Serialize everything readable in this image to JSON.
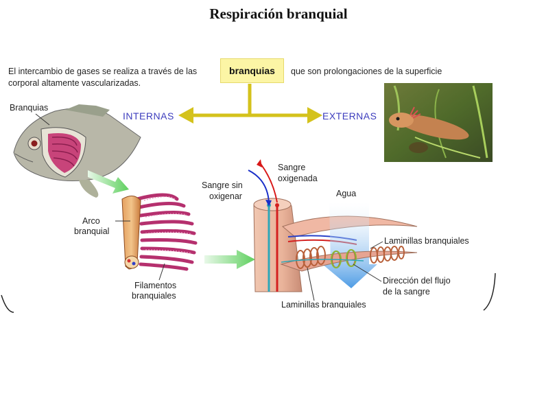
{
  "title": "Respiración branquial",
  "intro": {
    "before": "El intercambio de gases se realiza a través de las",
    "keyword": "branquias",
    "after_line1": "que son prolongaciones de la superficie",
    "line2": "corporal altamente vascularizadas."
  },
  "types": {
    "left": "INTERNAS",
    "right": "EXTERNAS"
  },
  "labels": {
    "fish": "Branquias",
    "arch_line1": "Arco",
    "arch_line2": "branquial",
    "filaments_line1": "Filamentos",
    "filaments_line2": "branquiales",
    "blood_in_line1": "Sangre sin",
    "blood_in_line2": "oxigenar",
    "blood_out_line1": "Sangre",
    "blood_out_line2": "oxigenada",
    "water": "Agua",
    "lamellae_top": "Laminillas branquiales",
    "flow_line1": "Dirección del flujo",
    "flow_line2": "de la sangre",
    "lamellae_bottom": "Laminillas branquiales"
  },
  "colors": {
    "yellow_arrows": "#d4c21c",
    "key_box": "#fcf5a5",
    "type_text": "#3c3cbd",
    "green_arrows": "#6fd66f",
    "blood_red": "#d81818",
    "blood_blue": "#1a2fc9",
    "water_blue": "#3a8fe0"
  }
}
